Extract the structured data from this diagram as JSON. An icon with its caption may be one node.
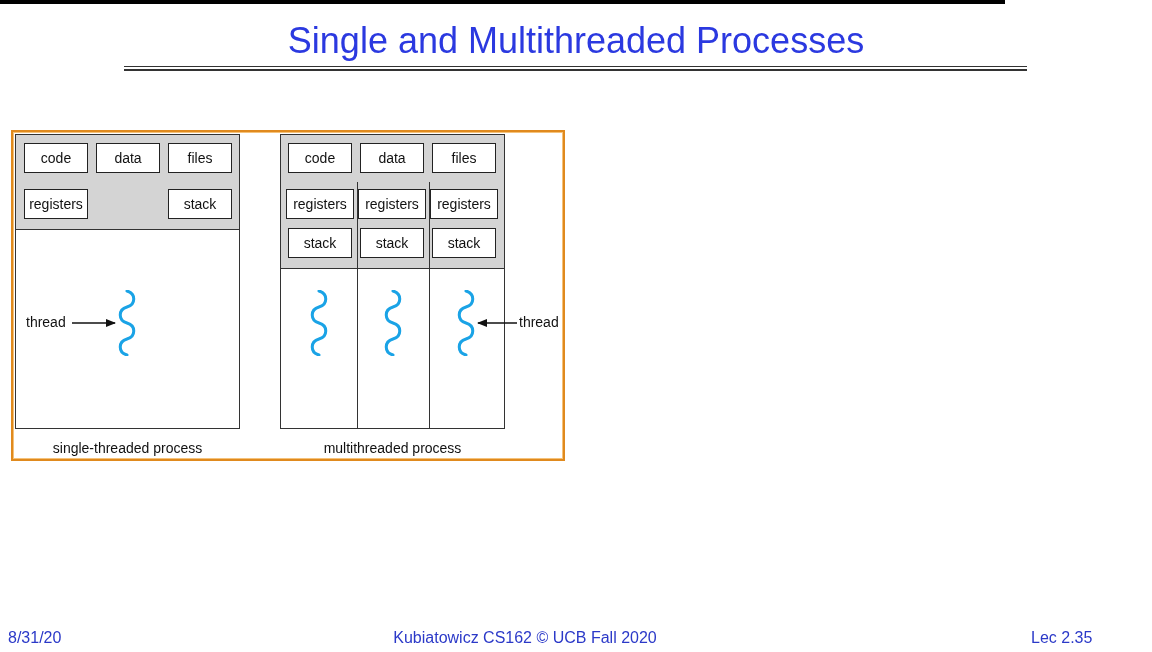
{
  "diagram": {
    "title": "Single and Multithreaded Processes",
    "nodes": [
      {
        "text": [
          "single-threaded process"
        ]
      },
      {
        "text": [
          "code"
        ],
        "in": 0
      },
      {
        "text": [
          "data"
        ],
        "in": 0
      },
      {
        "text": [
          "files"
        ],
        "in": 0
      },
      {
        "text": [
          "registers"
        ],
        "in": 0
      },
      {
        "text": [
          "stack"
        ],
        "in": 0
      },
      {
        "text": [
          "thread"
        ],
        "in": 0
      },
      {
        "text": [],
        "shape": "picture",
        "in": 0
      },
      {
        "text": [
          "multithreaded process"
        ]
      },
      {
        "text": [
          "code"
        ],
        "in": 8
      },
      {
        "text": [
          "data"
        ],
        "in": 8
      },
      {
        "text": [
          "files"
        ],
        "in": 8
      },
      {
        "text": [
          "registers"
        ],
        "in": 8
      },
      {
        "text": [
          "registers"
        ],
        "in": 8
      },
      {
        "text": [
          "registers"
        ],
        "in": 8
      },
      {
        "text": [
          "stack"
        ],
        "in": 8
      },
      {
        "text": [
          "stack"
        ],
        "in": 8
      },
      {
        "text": [
          "stack"
        ],
        "in": 8
      },
      {
        "text": [],
        "shape": "picture",
        "in": 8
      },
      {
        "text": [],
        "shape": "picture",
        "in": 8
      },
      {
        "text": [],
        "shape": "picture",
        "in": 8
      },
      {
        "text": [
          "thread"
        ]
      }
    ],
    "edges": [
      {
        "from": 6,
        "to": 7,
        "arrow": "to"
      },
      {
        "from": 21,
        "to": 20,
        "arrow": "to"
      }
    ],
    "labels": [
      "8/31/20",
      "Kubiatowicz CS162 © UCB Fall 2020",
      "Lec 2.35"
    ]
  }
}
